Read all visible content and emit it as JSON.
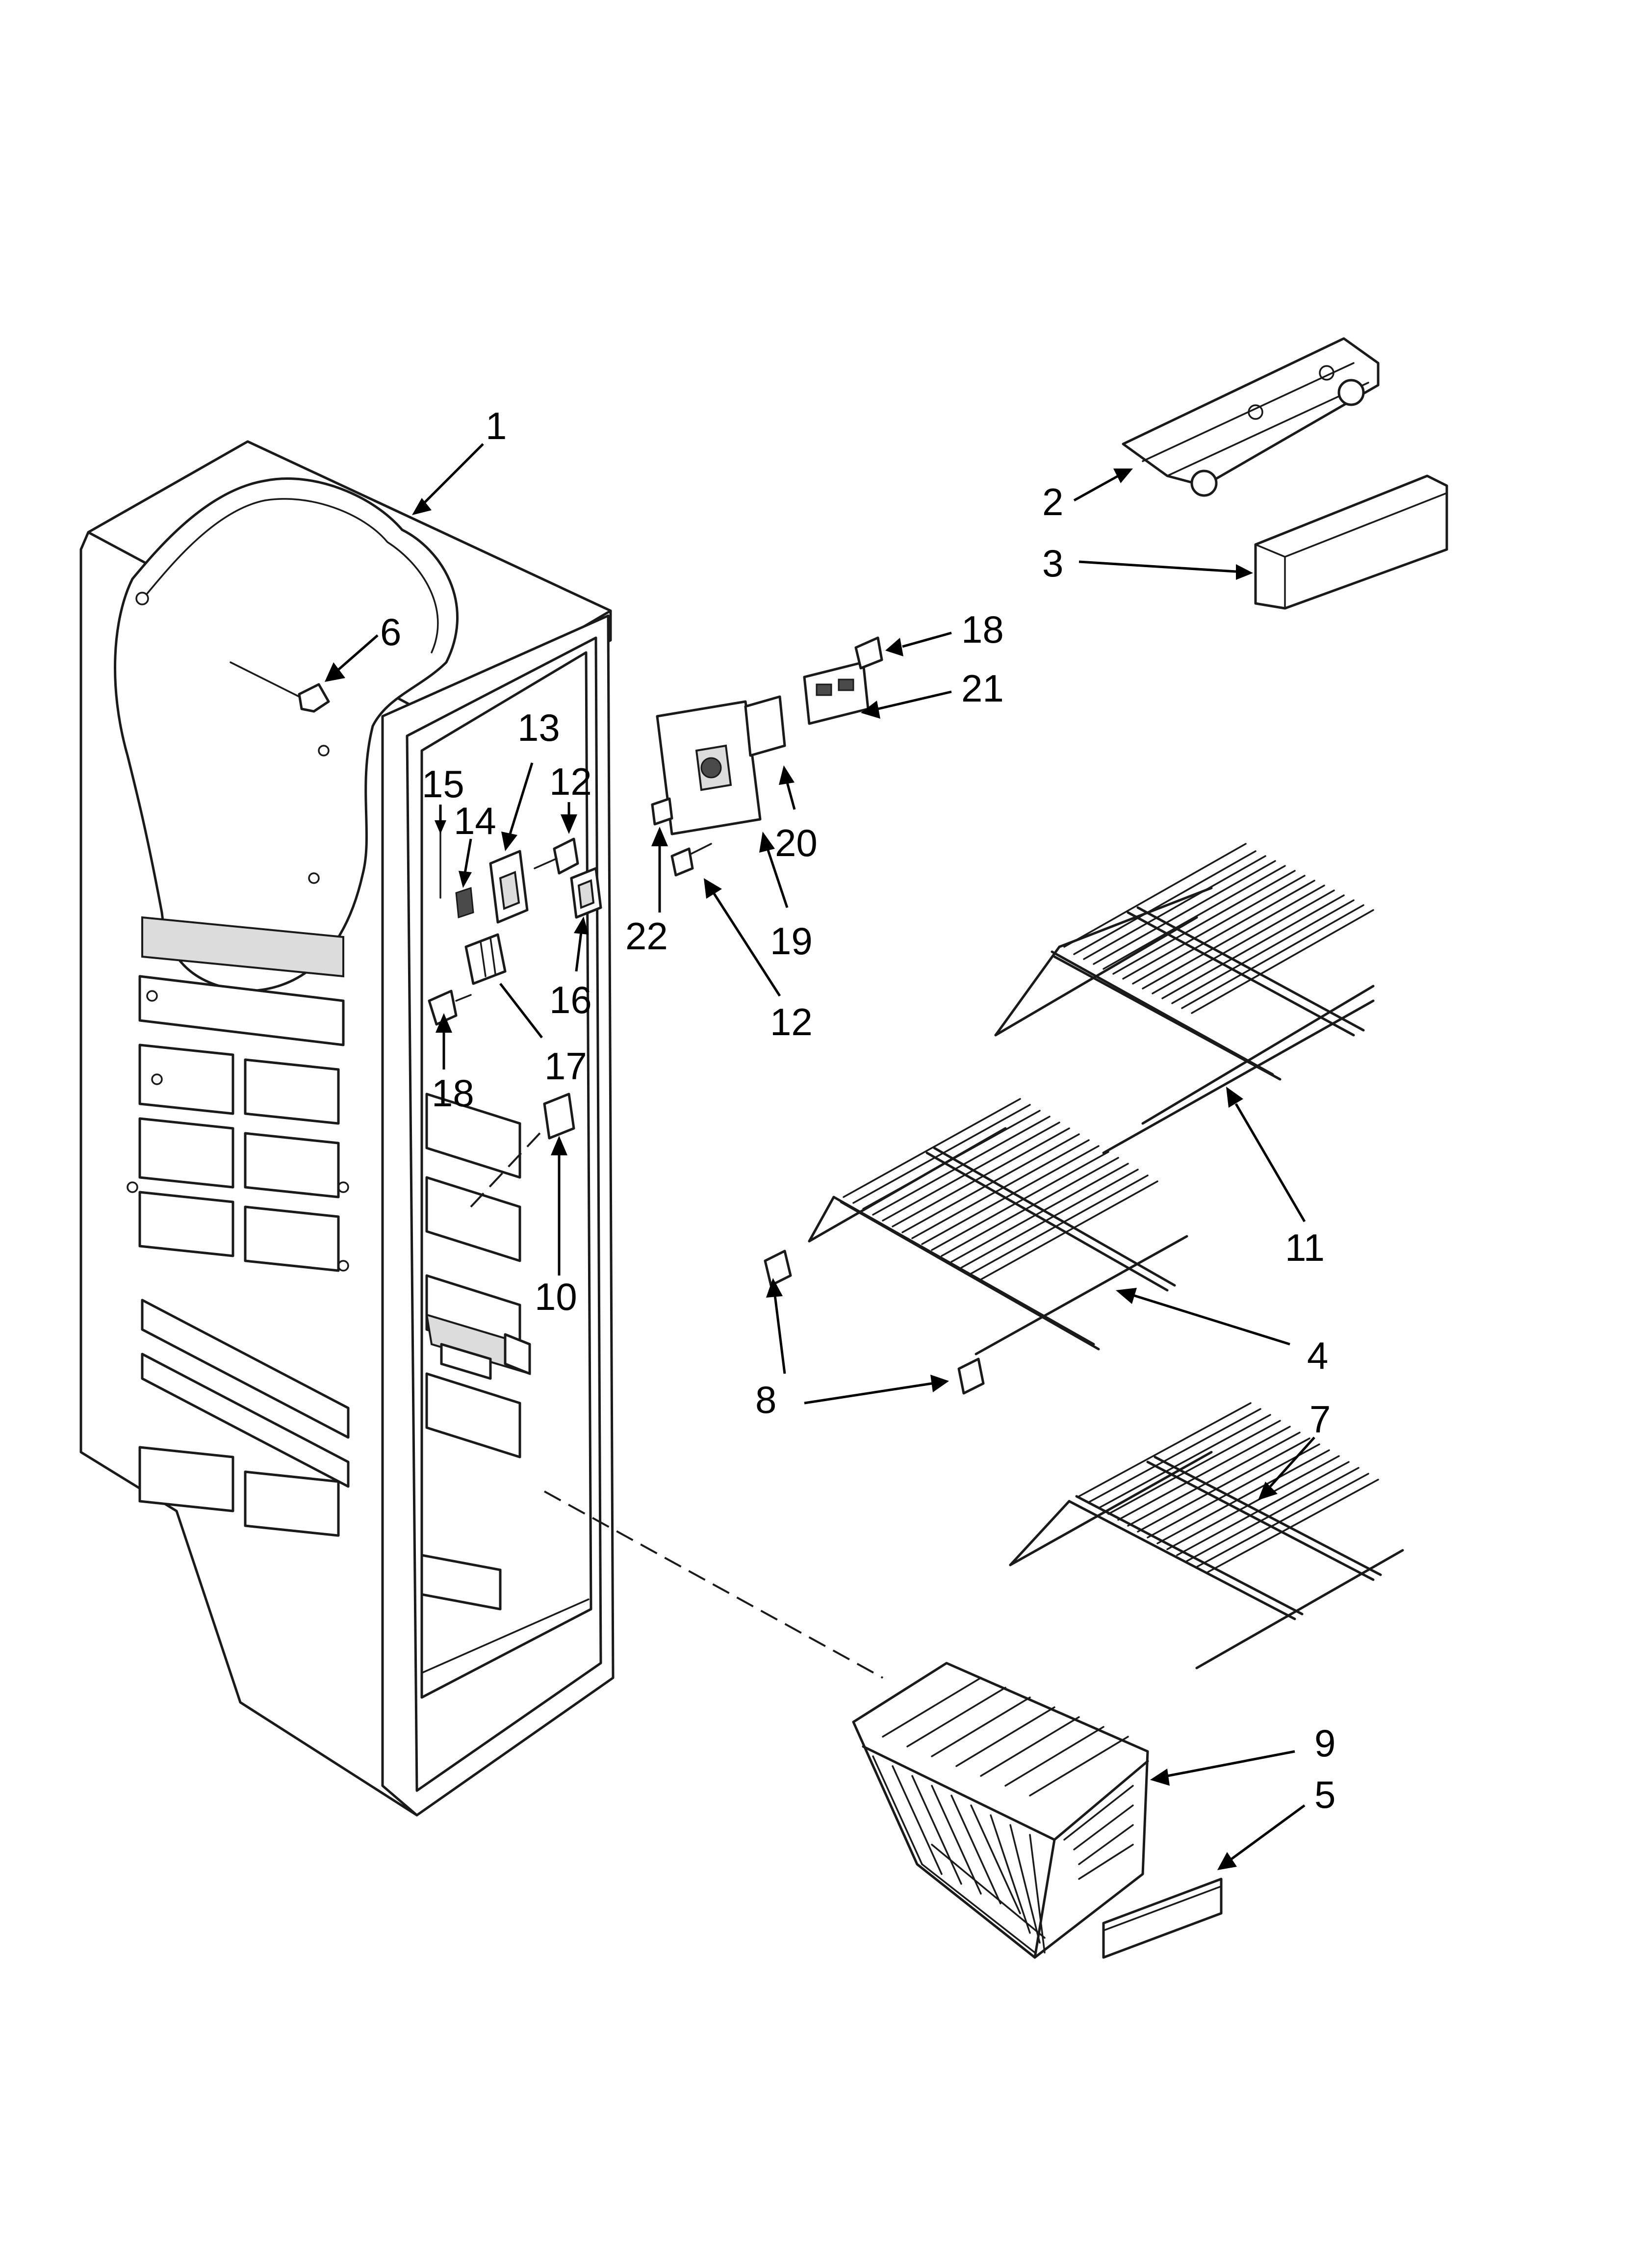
{
  "callouts": [
    {
      "id": "c1",
      "label": "1"
    },
    {
      "id": "c2",
      "label": "2"
    },
    {
      "id": "c3",
      "label": "3"
    },
    {
      "id": "c4",
      "label": "4"
    },
    {
      "id": "c5",
      "label": "5"
    },
    {
      "id": "c6",
      "label": "6"
    },
    {
      "id": "c7",
      "label": "7"
    },
    {
      "id": "c8",
      "label": "8"
    },
    {
      "id": "c9",
      "label": "9"
    },
    {
      "id": "c10",
      "label": "10"
    },
    {
      "id": "c11",
      "label": "11"
    },
    {
      "id": "c12a",
      "label": "12"
    },
    {
      "id": "c12b",
      "label": "12"
    },
    {
      "id": "c13",
      "label": "13"
    },
    {
      "id": "c14",
      "label": "14"
    },
    {
      "id": "c15",
      "label": "15"
    },
    {
      "id": "c16",
      "label": "16"
    },
    {
      "id": "c17",
      "label": "17"
    },
    {
      "id": "c18a",
      "label": "18"
    },
    {
      "id": "c18b",
      "label": "18"
    },
    {
      "id": "c19",
      "label": "19"
    },
    {
      "id": "c20",
      "label": "20"
    },
    {
      "id": "c21",
      "label": "21"
    },
    {
      "id": "c22",
      "label": "22"
    }
  ]
}
